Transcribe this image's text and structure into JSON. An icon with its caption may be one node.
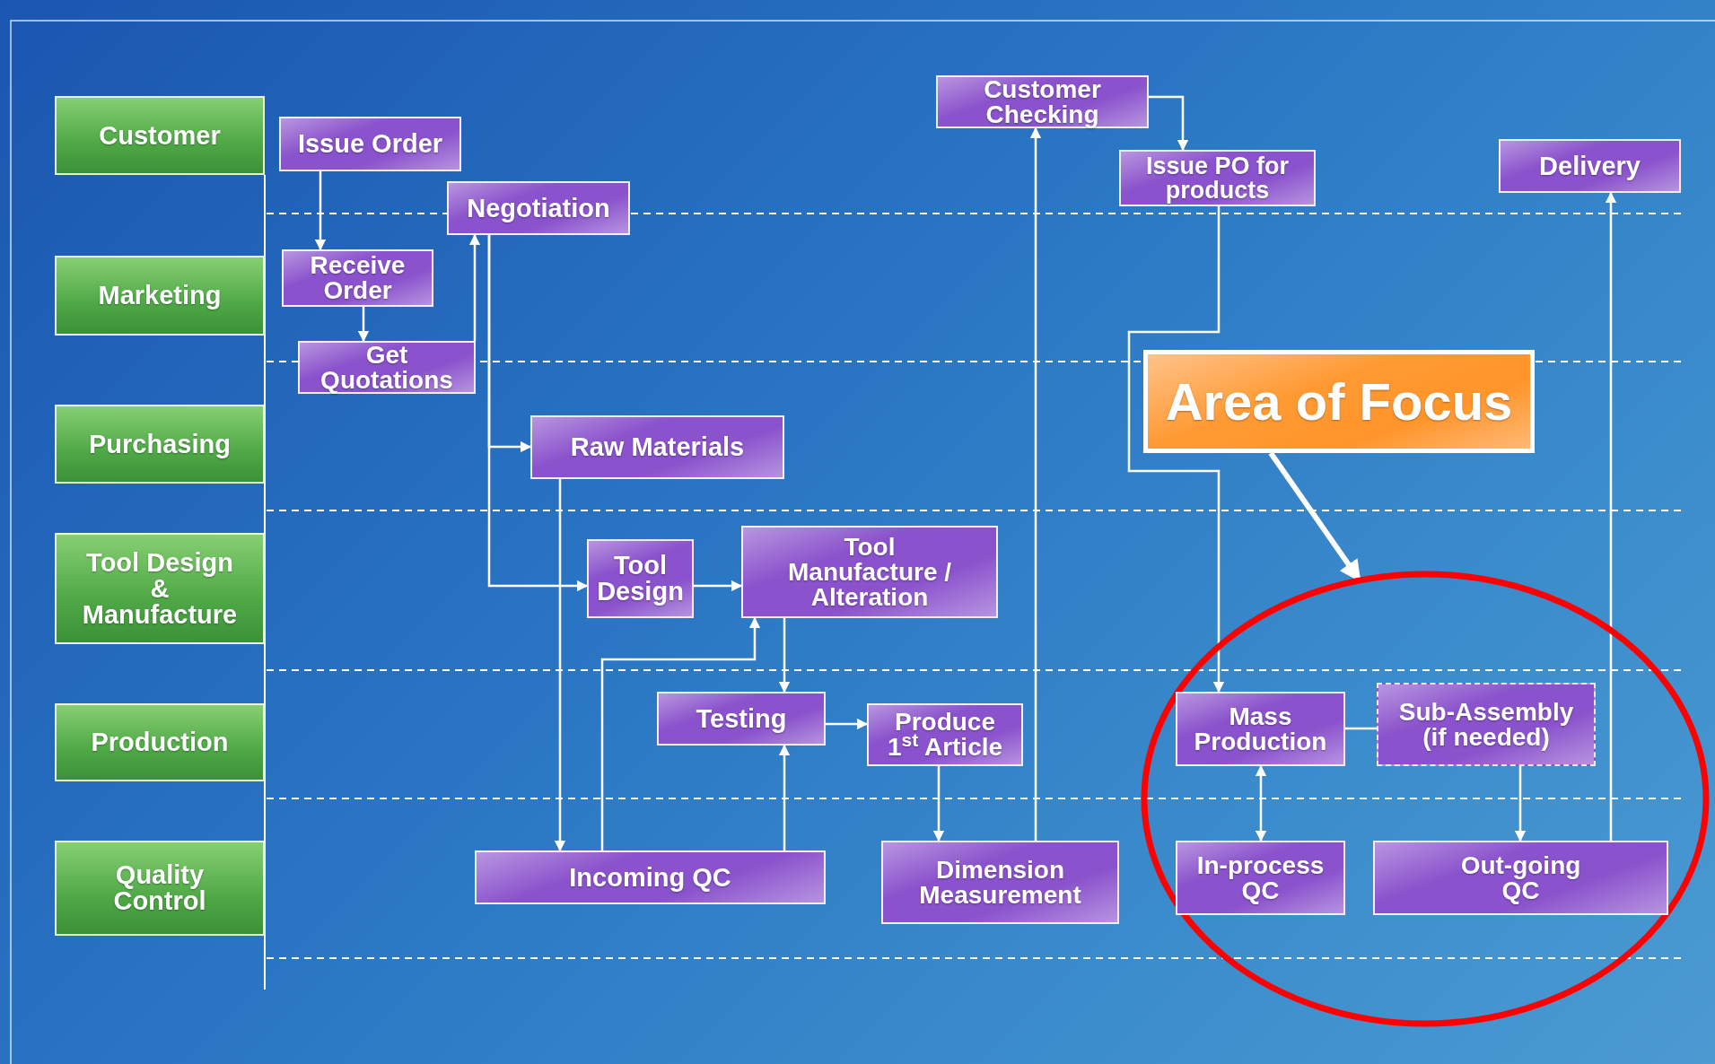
{
  "diagram": {
    "nodes": [
      {
        "text": [
          "Customer"
        ]
      },
      {
        "text": [
          "Marketing"
        ]
      },
      {
        "text": [
          "Purchasing"
        ]
      },
      {
        "text": [
          "Tool Design & Manufacture"
        ]
      },
      {
        "text": [
          "Production"
        ]
      },
      {
        "text": [
          "Quality Control"
        ]
      },
      {
        "text": [
          "Issue Order"
        ]
      },
      {
        "text": [
          "Negotiation"
        ]
      },
      {
        "text": [
          "Receive Order"
        ]
      },
      {
        "text": [
          "Get Quotations"
        ]
      },
      {
        "text": [
          "Raw Materials"
        ]
      },
      {
        "text": [
          "Tool Design"
        ]
      },
      {
        "text": [
          "Tool Manufacture / Alteration"
        ]
      },
      {
        "text": [
          "Testing"
        ]
      },
      {
        "text": [
          "Produce 1$^{st}$ Article"
        ]
      },
      {
        "text": [
          "Incoming QC"
        ]
      },
      {
        "text": [
          "Dimension Measurement"
        ]
      },
      {
        "text": [
          "Customer Checking"
        ]
      },
      {
        "text": [
          "Issue PO for products"
        ]
      },
      {
        "text": [
          "Delivery"
        ]
      },
      {
        "text": [
          "Area of Focus"
        ]
      },
      {
        "text": [],
        "shape": "circle"
      },
      {
        "text": [
          "Mass Production"
        ],
        "in": 21
      },
      {
        "text": [
          "Sub-Assembly (if needed)"
        ],
        "in": 21
      },
      {
        "text": [
          "In-process QC"
        ],
        "in": 21
      },
      {
        "text": [
          "Out-going QC"
        ],
        "in": 21
      }
    ],
    "edges": [
      {
        "from": 6,
        "to": 8,
        "arrow": "to"
      },
      {
        "from": 8,
        "to": 9,
        "arrow": "to"
      },
      {
        "from": 9,
        "to": 7,
        "arrow": "to"
      },
      {
        "from": 7,
        "to": 10,
        "arrow": "to"
      },
      {
        "from": 7,
        "to": 11,
        "arrow": "to"
      },
      {
        "from": 11,
        "to": 12,
        "arrow": "to"
      },
      {
        "from": 10,
        "to": 15,
        "arrow": "to"
      },
      {
        "from": 15,
        "to": 12,
        "arrow": "to"
      },
      {
        "from": 12,
        "to": 13,
        "arrow": "to"
      },
      {
        "from": 15,
        "to": 13,
        "arrow": "to"
      },
      {
        "from": 13,
        "to": 14,
        "arrow": "to"
      },
      {
        "from": 14,
        "to": 16,
        "arrow": "to"
      },
      {
        "from": 16,
        "to": 17,
        "arrow": "to"
      },
      {
        "from": 17,
        "to": 18,
        "arrow": "to"
      },
      {
        "from": 18,
        "to": 22,
        "arrow": "to"
      },
      {
        "from": 22,
        "to": 23,
        "arrow": "none"
      },
      {
        "from": 22,
        "to": 24,
        "arrow": "both"
      },
      {
        "from": 23,
        "to": 25,
        "arrow": "to"
      },
      {
        "from": 25,
        "to": 19,
        "arrow": "to"
      },
      {
        "from": 20,
        "to": 21,
        "arrow": "to",
        "style": "thick"
      }
    ]
  }
}
